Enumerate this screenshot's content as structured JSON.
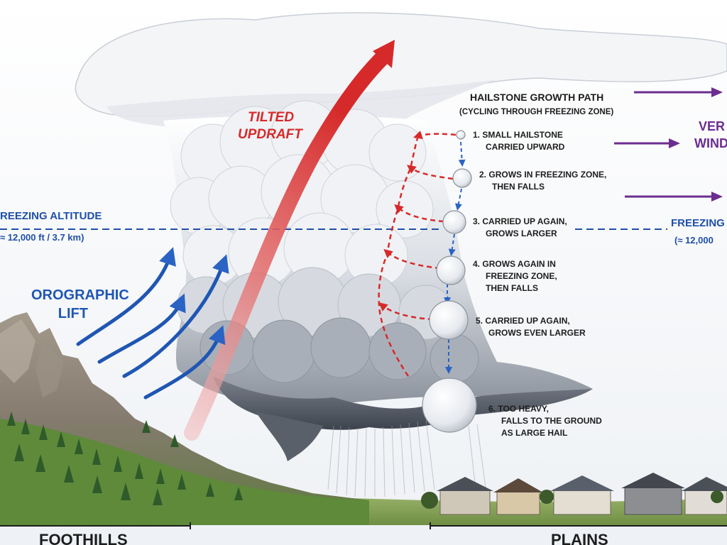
{
  "labels": {
    "tilted_updraft": {
      "line1": "TILTED",
      "line2": "UPDRAFT"
    },
    "orographic_lift": {
      "line1": "OROGRAPHIC",
      "line2": "LIFT"
    },
    "freezing_left": {
      "title": "REEZING ALTITUDE",
      "value": "≈ 12,000 ft / 3.7 km)"
    },
    "freezing_right": {
      "title": "FREEZING",
      "value": "(≈ 12,000"
    },
    "growth_title": "HAILSTONE GROWTH PATH",
    "growth_subtitle": "(CYCLING THROUGH FREEZING ZONE)",
    "wind": {
      "line1": "VER",
      "line2": "WIND"
    },
    "foothills": "FOOTHILLS",
    "plains": "PLAINS"
  },
  "steps": [
    {
      "num": "1.",
      "line1": "SMALL HAILSTONE",
      "line2": "CARRIED UPWARD",
      "line3": ""
    },
    {
      "num": "2.",
      "line1": "GROWS IN FREEZING ZONE,",
      "line2": "THEN FALLS",
      "line3": ""
    },
    {
      "num": "3.",
      "line1": "CARRIED UP AGAIN,",
      "line2": "GROWS LARGER",
      "line3": ""
    },
    {
      "num": "4.",
      "line1": "GROWS AGAIN IN",
      "line2": "FREEZING ZONE,",
      "line3": "THEN FALLS"
    },
    {
      "num": "5.",
      "line1": "CARRIED UP AGAIN,",
      "line2": "GROWS EVEN LARGER",
      "line3": ""
    },
    {
      "num": "6.",
      "line1": "TOO HEAVY,",
      "line2": "FALLS TO THE GROUND",
      "line3": "AS LARGE HAIL"
    }
  ],
  "colors": {
    "updraft": "#d62a2a",
    "lift": "#1f56b3",
    "freezing": "#1f4fa8",
    "wind": "#6b2d90",
    "text": "#1d1d1d"
  }
}
